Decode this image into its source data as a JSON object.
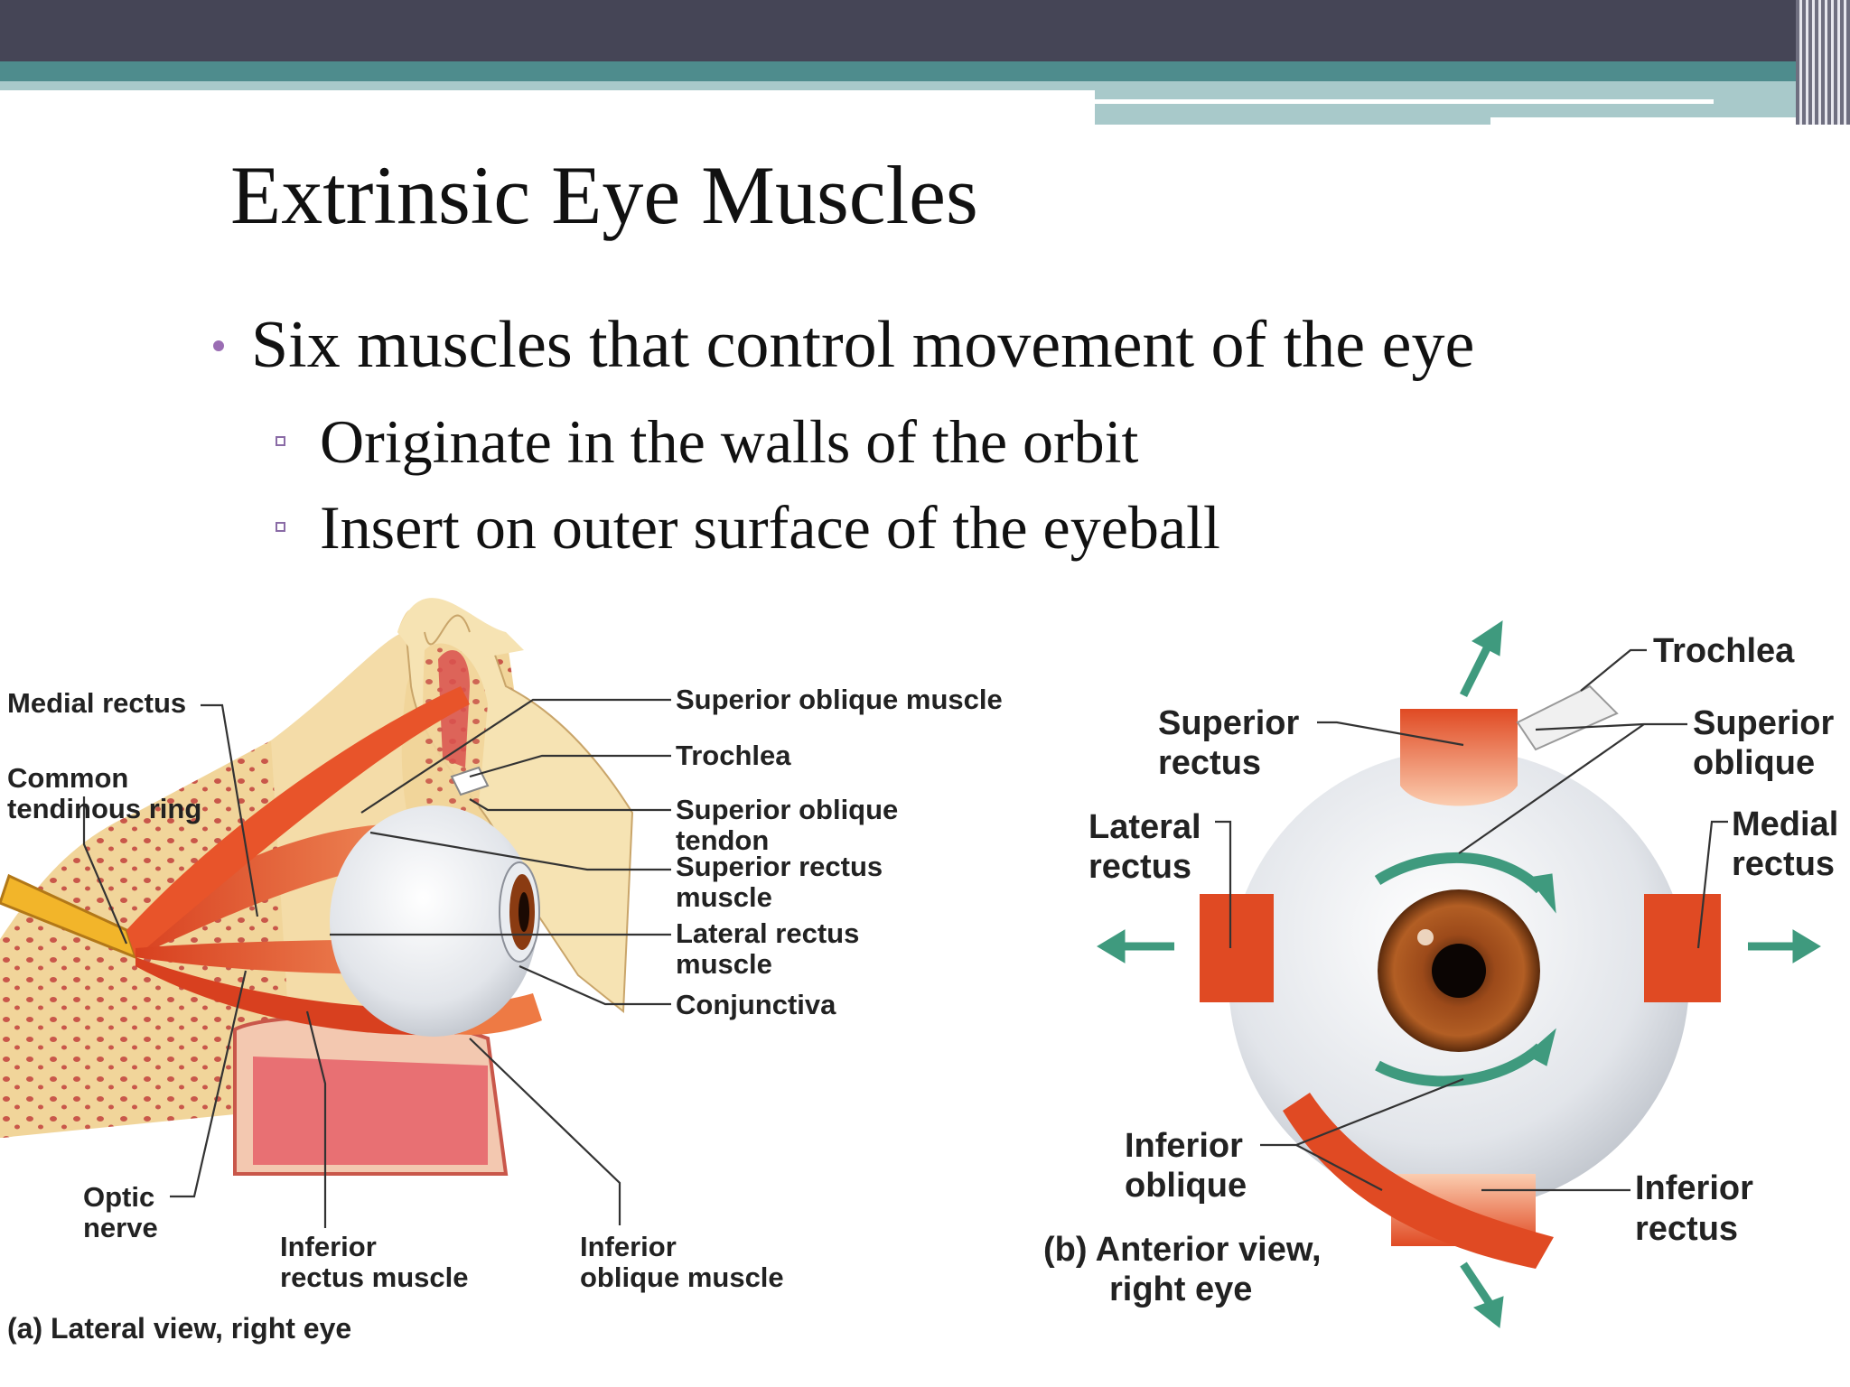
{
  "slide": {
    "title": "Extrinsic Eye Muscles",
    "bullet": "Six muscles that control movement of the eye",
    "subbullets": [
      "Originate in the walls of the orbit",
      "Insert on outer surface of the eyeball"
    ]
  },
  "figure_a": {
    "caption": "(a) Lateral view, right eye",
    "labels": {
      "medial_rectus": "Medial rectus",
      "common_ring_1": "Common",
      "common_ring_2": "tendinous ring",
      "optic_nerve_1": "Optic",
      "optic_nerve_2": "nerve",
      "inferior_rectus_1": "Inferior",
      "inferior_rectus_2": "rectus muscle",
      "inferior_oblique_1": "Inferior",
      "inferior_oblique_2": "oblique muscle",
      "superior_oblique_muscle": "Superior oblique muscle",
      "trochlea": "Trochlea",
      "superior_oblique_tendon_1": "Superior oblique",
      "superior_oblique_tendon_2": "tendon",
      "superior_rectus_1": "Superior rectus",
      "superior_rectus_2": "muscle",
      "lateral_rectus_1": "Lateral rectus",
      "lateral_rectus_2": "muscle",
      "conjunctiva": "Conjunctiva"
    }
  },
  "figure_b": {
    "caption_1": "(b) Anterior view,",
    "caption_2": "right eye",
    "labels": {
      "trochlea": "Trochlea",
      "superior_rectus_1": "Superior",
      "superior_rectus_2": "rectus",
      "superior_oblique_1": "Superior",
      "superior_oblique_2": "oblique",
      "lateral_rectus_1": "Lateral",
      "lateral_rectus_2": "rectus",
      "medial_rectus_1": "Medial",
      "medial_rectus_2": "rectus",
      "inferior_oblique_1": "Inferior",
      "inferior_oblique_2": "oblique",
      "inferior_rectus_1": "Inferior",
      "inferior_rectus_2": "rectus"
    }
  },
  "colors": {
    "header": "#454556",
    "teal": "#4e8c8d",
    "arrow": "#3f9a7e",
    "muscle": "#e8542a"
  }
}
